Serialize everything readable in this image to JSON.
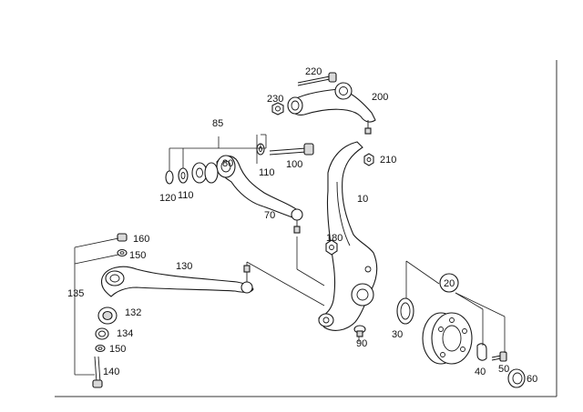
{
  "labels": {
    "l220": "220",
    "l200": "200",
    "l230": "230",
    "l85": "85",
    "l80": "80",
    "l110a": "110",
    "l100": "100",
    "l210": "210",
    "l120": "120",
    "l110b": "110",
    "l10": "10",
    "l70": "70",
    "l160": "160",
    "l150a": "150",
    "l180": "180",
    "l130": "130",
    "l20": "20",
    "l135": "135",
    "l132": "132",
    "l134": "134",
    "l150b": "150",
    "l140": "140",
    "l90": "90",
    "l30": "30",
    "l40": "40",
    "l50": "50",
    "l60": "60"
  }
}
